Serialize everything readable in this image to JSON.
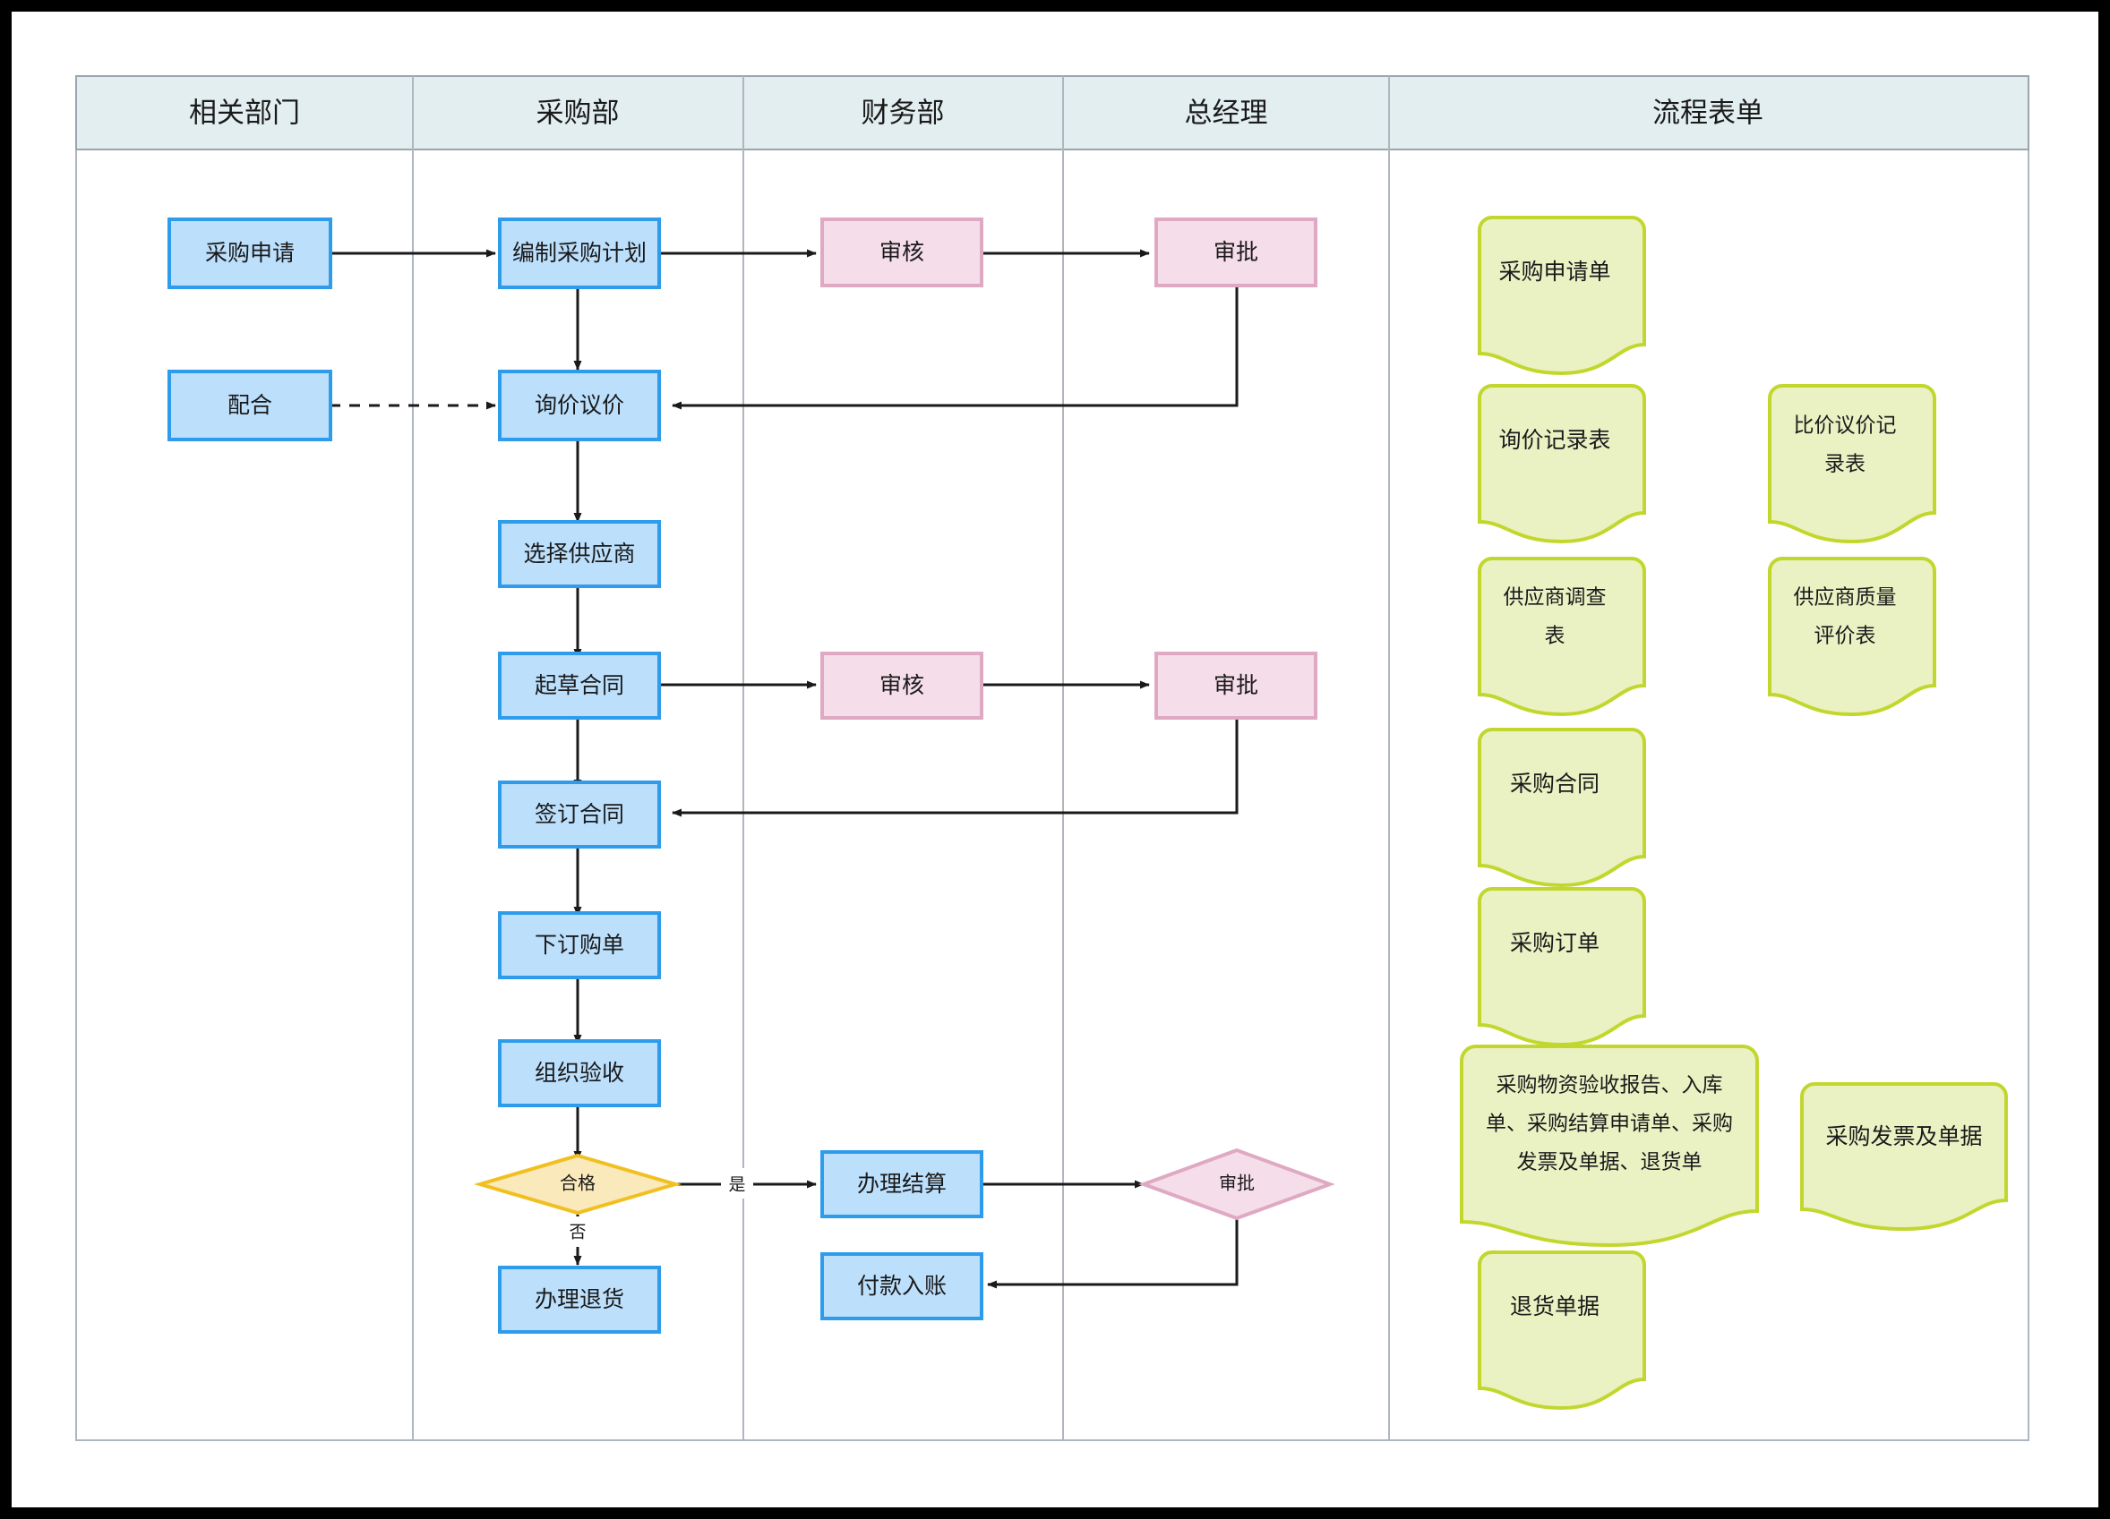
{
  "diagram": {
    "title_columns": [
      {
        "label": "相关部门"
      },
      {
        "label": "采购部"
      },
      {
        "label": "财务部"
      },
      {
        "label": "总经理"
      },
      {
        "label": "流程表单"
      }
    ],
    "colors": {
      "header_fill": "#e3eef0",
      "header_border": "#9aa5ad",
      "lane_border": "#b0b6bd",
      "process_fill": "#bcdffc",
      "process_border": "#2f9ceb",
      "review_fill": "#f5dde9",
      "review_border": "#dfa9c3",
      "decision_fill": "#fae9bb",
      "decision_border": "#f2bf21",
      "document_fill": "#eaf2c4",
      "document_border": "#c2d72e",
      "edge": "#1a1a1a",
      "text": "#1a1a1a"
    },
    "nodes": {
      "n_apply": {
        "label": "采购申请",
        "kind": "process",
        "lane": "相关部门"
      },
      "n_cooperate": {
        "label": "配合",
        "kind": "process",
        "lane": "相关部门"
      },
      "n_plan": {
        "label": "编制采购计划",
        "kind": "process",
        "lane": "采购部"
      },
      "n_inquire": {
        "label": "询价议价",
        "kind": "process",
        "lane": "采购部"
      },
      "n_supplier": {
        "label": "选择供应商",
        "kind": "process",
        "lane": "采购部"
      },
      "n_draft": {
        "label": "起草合同",
        "kind": "process",
        "lane": "采购部"
      },
      "n_sign": {
        "label": "签订合同",
        "kind": "process",
        "lane": "采购部"
      },
      "n_order": {
        "label": "下订购单",
        "kind": "process",
        "lane": "采购部"
      },
      "n_accept": {
        "label": "组织验收",
        "kind": "process",
        "lane": "采购部"
      },
      "n_qualified": {
        "label": "合格",
        "kind": "decision",
        "lane": "采购部"
      },
      "n_return": {
        "label": "办理退货",
        "kind": "process",
        "lane": "采购部"
      },
      "n_review1": {
        "label": "审核",
        "kind": "review",
        "lane": "财务部"
      },
      "n_review2": {
        "label": "审核",
        "kind": "review",
        "lane": "财务部"
      },
      "n_settle": {
        "label": "办理结算",
        "kind": "process",
        "lane": "财务部"
      },
      "n_pay": {
        "label": "付款入账",
        "kind": "process",
        "lane": "财务部"
      },
      "n_approve1": {
        "label": "审批",
        "kind": "review",
        "lane": "总经理"
      },
      "n_approve2": {
        "label": "审批",
        "kind": "review",
        "lane": "总经理"
      },
      "n_approve3": {
        "label": "审批",
        "kind": "review-decision",
        "lane": "总经理"
      }
    },
    "edge_labels": {
      "yes": "是",
      "no": "否"
    },
    "documents": [
      {
        "id": "doc_apply",
        "lines": [
          "采购申请单"
        ]
      },
      {
        "id": "doc_inquiry",
        "lines": [
          "询价记录表"
        ]
      },
      {
        "id": "doc_compare",
        "lines": [
          "比价议价记",
          "录表"
        ]
      },
      {
        "id": "doc_survey",
        "lines": [
          "供应商调查",
          "表"
        ]
      },
      {
        "id": "doc_quality",
        "lines": [
          "供应商质量",
          "评价表"
        ]
      },
      {
        "id": "doc_contract",
        "lines": [
          "采购合同"
        ]
      },
      {
        "id": "doc_order",
        "lines": [
          "采购订单"
        ]
      },
      {
        "id": "doc_accept",
        "lines": [
          "采购物资验收报告、入库",
          "单、采购结算申请单、采购",
          "发票及单据、退货单"
        ]
      },
      {
        "id": "doc_invoice",
        "lines": [
          "采购发票及单据"
        ]
      },
      {
        "id": "doc_return",
        "lines": [
          "退货单据"
        ]
      }
    ]
  }
}
